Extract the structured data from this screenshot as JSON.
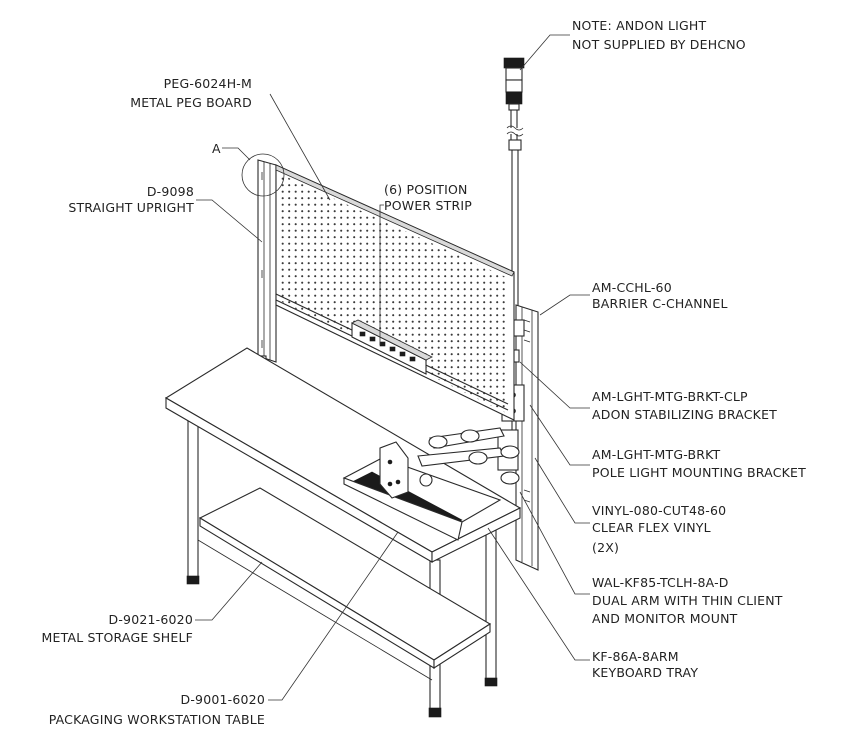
{
  "labels": {
    "note_line1": "NOTE: ANDON LIGHT",
    "note_line2": "NOT SUPPLIED BY DEHCNO",
    "pegboard_part": "PEG-6024H-M",
    "pegboard_desc": "METAL PEG BOARD",
    "detail_ref": "A",
    "upright_part": "D-9098",
    "upright_desc": "STRAIGHT UPRIGHT",
    "powerstrip_line1": "(6) POSITION",
    "powerstrip_line2": "POWER STRIP",
    "cchannel_part": "AM-CCHL-60",
    "cchannel_desc": "BARRIER C-CHANNEL",
    "clp_part": "AM-LGHT-MTG-BRKT-CLP",
    "clp_desc": "ADON STABILIZING BRACKET",
    "brkt_part": "AM-LGHT-MTG-BRKT",
    "brkt_desc": "POLE LIGHT MOUNTING BRACKET",
    "vinyl_part": "VINYL-080-CUT48-60",
    "vinyl_desc": "CLEAR FLEX VINYL",
    "vinyl_qty": "(2X)",
    "arm_part": "WAL-KF85-TCLH-8A-D",
    "arm_desc1": "DUAL ARM WITH THIN CLIENT",
    "arm_desc2": "AND MONITOR MOUNT",
    "shelf_part": "D-9021-6020",
    "shelf_desc": "METAL STORAGE SHELF",
    "tray_part": "KF-86A-8ARM",
    "tray_desc": "KEYBOARD TRAY",
    "table_part": "D-9001-6020",
    "table_desc": "PACKAGING WORKSTATION TABLE"
  }
}
